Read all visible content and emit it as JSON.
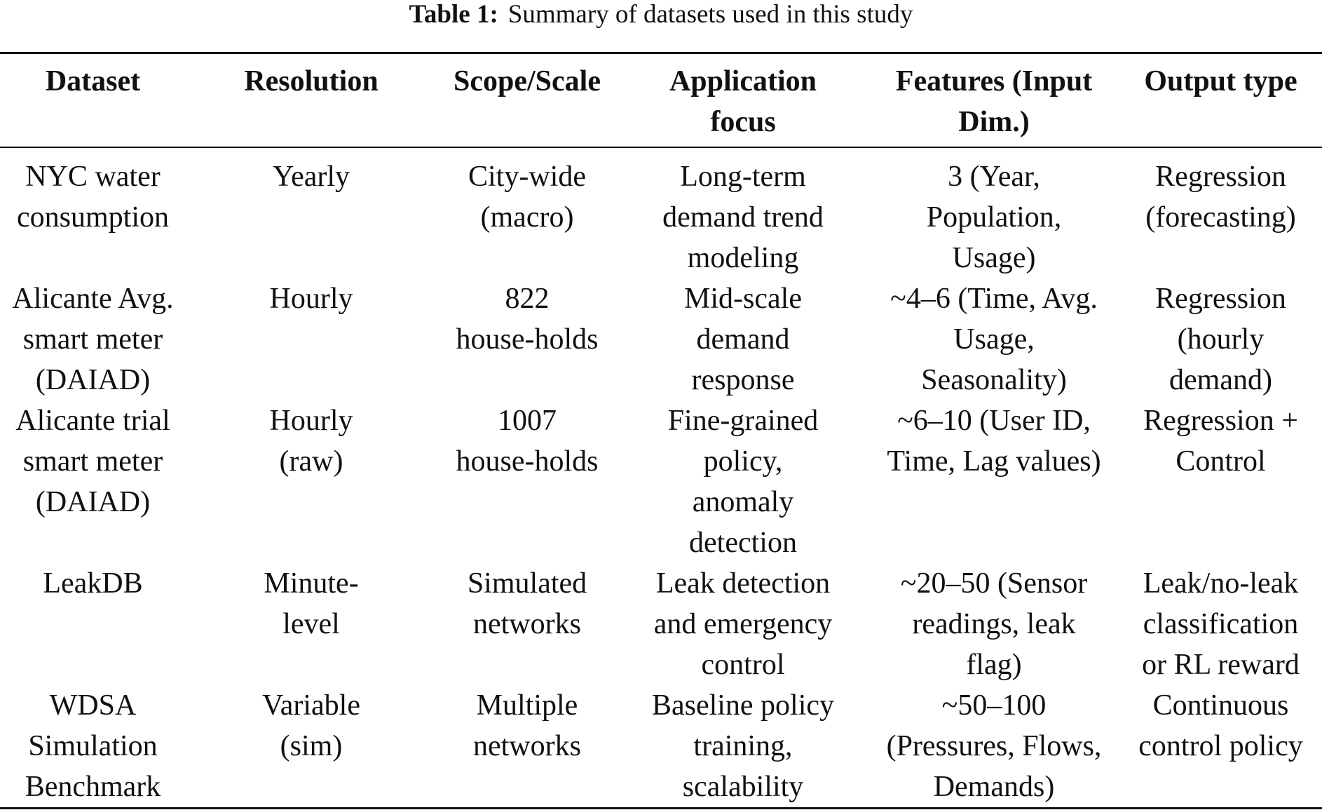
{
  "caption": {
    "label": "Table 1:",
    "text": "Summary of datasets used in this study"
  },
  "table": {
    "headers": [
      "Dataset",
      "Resolution",
      "Scope/Scale",
      "Application\nfocus",
      "Features (Input\nDim.)",
      "Output type"
    ],
    "rows": [
      [
        "NYC water\nconsumption",
        "Yearly",
        "City-wide\n(macro)",
        "Long-term\ndemand trend\nmodeling",
        "3 (Year,\nPopulation,\nUsage)",
        "Regression\n(forecasting)"
      ],
      [
        "Alicante Avg.\nsmart meter\n(DAIAD)",
        "Hourly",
        "822\nhouse-holds",
        "Mid-scale\ndemand\nresponse",
        "~4–6 (Time, Avg.\nUsage,\nSeasonality)",
        "Regression\n(hourly\ndemand)"
      ],
      [
        "Alicante trial\nsmart meter\n(DAIAD)",
        "Hourly\n(raw)",
        "1007\nhouse-holds",
        "Fine-grained\npolicy,\nanomaly\ndetection",
        "~6–10 (User ID,\nTime, Lag values)",
        "Regression +\nControl"
      ],
      [
        "LeakDB",
        "Minute-\nlevel",
        "Simulated\nnetworks",
        "Leak detection\nand emergency\ncontrol",
        "~20–50 (Sensor\nreadings, leak\nflag)",
        "Leak/no-leak\nclassification\nor RL reward"
      ],
      [
        "WDSA\nSimulation\nBenchmark",
        "Variable\n(sim)",
        "Multiple\nnetworks",
        "Baseline policy\ntraining,\nscalability",
        "~50–100\n(Pressures, Flows,\nDemands)",
        "Continuous\ncontrol policy"
      ]
    ]
  }
}
